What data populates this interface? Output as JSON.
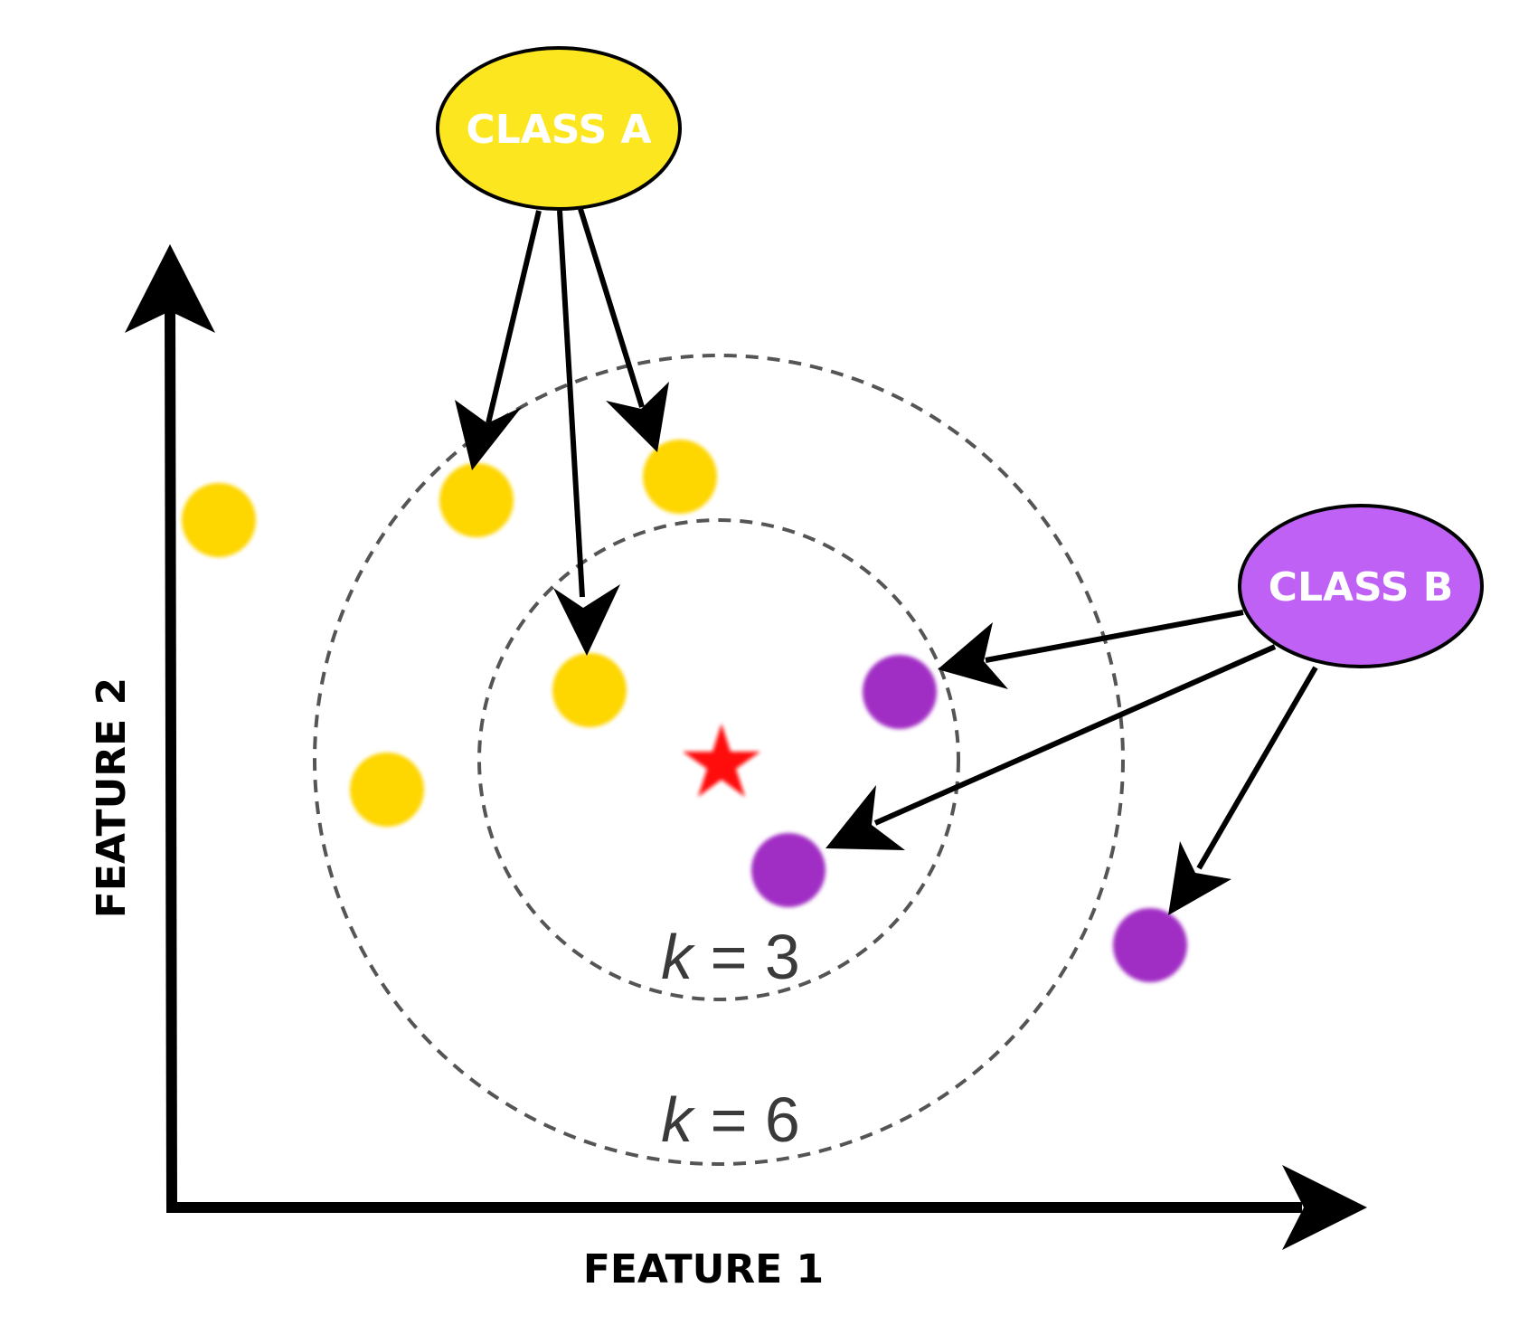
{
  "colors": {
    "class_a": "#fed602",
    "class_a_bubble": "#fce61f",
    "class_b": "#a12fc4",
    "class_b_bubble": "#c061f5",
    "query": "#ff1010",
    "circle": "#555555",
    "arrow": "#000000"
  },
  "labels": {
    "class_a": "CLASS A",
    "class_b": "CLASS B",
    "x_axis": "FEATURE 1",
    "y_axis": "FEATURE 2",
    "k3_var": "k",
    "k3_rest": " = 3",
    "k6_var": "k",
    "k6_rest": " = 6"
  },
  "icons": {
    "query_point": "star-icon"
  }
}
